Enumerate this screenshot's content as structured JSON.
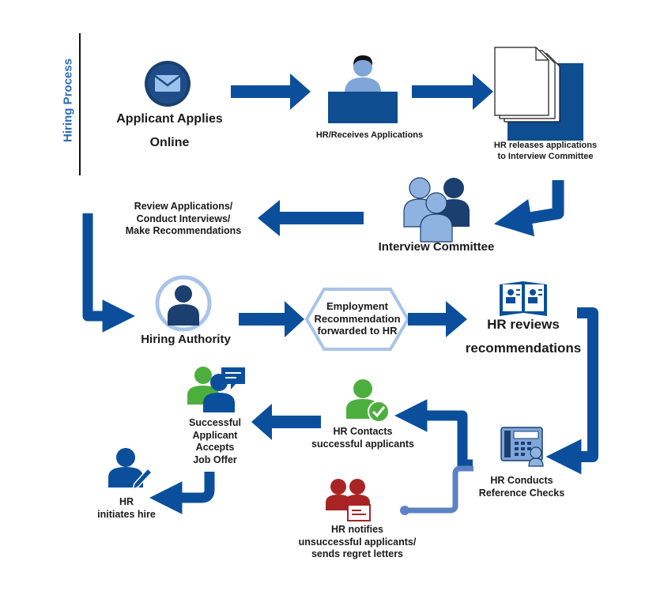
{
  "title": "Hiring Process",
  "colors": {
    "primary": "#0b4f9c",
    "navy": "#1b3f6e",
    "light_blue": "#8fb3e0",
    "green": "#4caf3d",
    "red": "#a82424",
    "connector": "#5b82c4"
  },
  "steps": {
    "applicant": {
      "icon": "envelope-icon",
      "label_line1": "Applicant Applies",
      "label_line2": "Online"
    },
    "hr_receives": {
      "icon": "receptionist-desk-icon",
      "label": "HR/Receives Applications"
    },
    "hr_releases": {
      "icon": "document-stack-icon",
      "label_line1": "HR releases applications",
      "label_line2": "to Interview Committee"
    },
    "committee": {
      "icon": "group-people-icon",
      "label": "Interview Committee"
    },
    "review": {
      "label_line1": "Review Applications/",
      "label_line2": "Conduct Interviews/",
      "label_line3": "Make Recommendations"
    },
    "hiring_authority": {
      "icon": "person-circle-icon",
      "label": "Hiring Authority"
    },
    "recommendation": {
      "label_line1": "Employment",
      "label_line2": "Recommendation",
      "label_line3": "forwarded to HR"
    },
    "hr_reviews": {
      "icon": "open-book-icon",
      "label_line1": "HR reviews",
      "label_line2": "recommendations"
    },
    "reference_checks": {
      "icon": "phone-icon",
      "label_line1": "HR Conducts",
      "label_line2": "Reference Checks"
    },
    "contacts": {
      "icon": "person-check-icon",
      "label_line1": "HR Contacts",
      "label_line2": "successful applicants"
    },
    "notifies": {
      "icon": "people-letter-icon",
      "label_line1": "HR notifies",
      "label_line2": "unsuccessful applicants/",
      "label_line3": "sends regret letters"
    },
    "accepts": {
      "icon": "people-chat-icon",
      "label_line1": "Successful",
      "label_line2": "Applicant",
      "label_line3": "Accepts",
      "label_line4": "Job Offer"
    },
    "initiates": {
      "icon": "person-pen-icon",
      "label_line1": "HR",
      "label_line2": "initiates hire"
    }
  }
}
